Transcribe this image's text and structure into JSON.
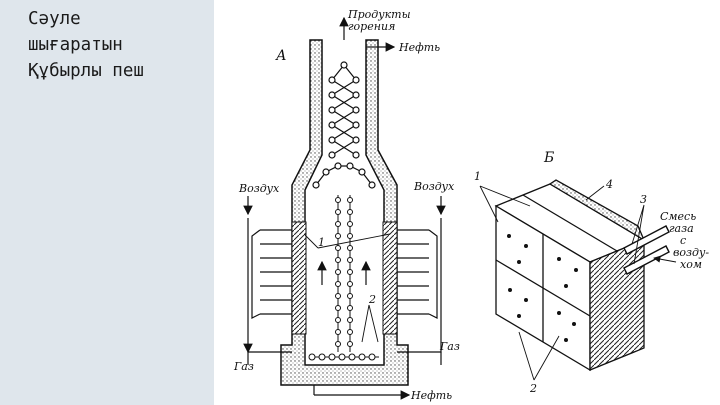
{
  "slide": {
    "title_lines": [
      "Сәуле",
      "шығаратын",
      "Құбырлы пеш"
    ]
  },
  "figure": {
    "panel_a": {
      "letter": "А",
      "top_label_line1": "Продукты",
      "top_label_line2": "горения",
      "oil_out": "Нефть",
      "air_left": "Воздух",
      "air_right": "Воздух",
      "gas_left": "Газ",
      "gas_right": "Газ",
      "oil_in": "Нефть",
      "marker_1": "1",
      "marker_2": "2"
    },
    "panel_b": {
      "letter": "Б",
      "marker_1": "1",
      "marker_2": "2",
      "marker_3": "3",
      "marker_4": "4",
      "mix_line1": "Смесь",
      "mix_line2": "газа",
      "mix_line3": "с",
      "mix_line4": "возду-",
      "mix_line5": "хом"
    }
  }
}
